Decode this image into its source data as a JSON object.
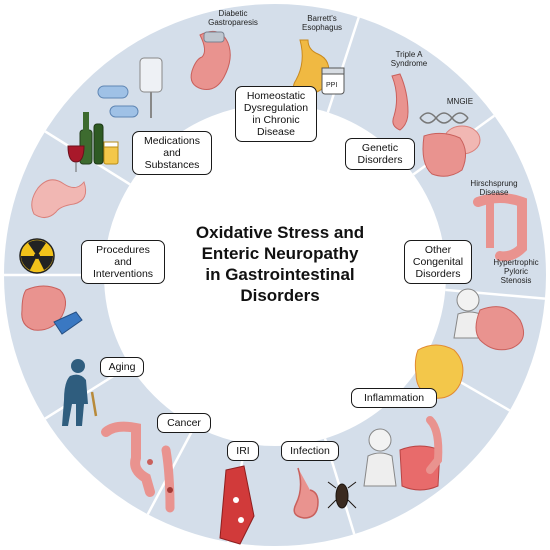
{
  "title_lines": [
    "Oxidative Stress and",
    "Enteric Neuropathy",
    "in Gastrointestinal",
    "Disorders"
  ],
  "categories": {
    "homeostatic": [
      "Homeostatic",
      "Dysregulation",
      "in Chronic",
      "Disease"
    ],
    "genetic": [
      "Genetic",
      "Disorders"
    ],
    "congenital": [
      "Other",
      "Congenital",
      "Disorders"
    ],
    "inflammation": [
      "Inflammation"
    ],
    "infection": [
      "Infection"
    ],
    "iri": [
      "IRI"
    ],
    "cancer": [
      "Cancer"
    ],
    "aging": [
      "Aging"
    ],
    "procedures": [
      "Procedures",
      "and",
      "Interventions"
    ],
    "medications": [
      "Medications",
      "and",
      "Substances"
    ]
  },
  "sublabels": {
    "diabetic": [
      "Diabetic",
      "Gastroparesis"
    ],
    "barretts": [
      "Barrett's",
      "Esophagus"
    ],
    "ppi": "PPI",
    "triple_a": [
      "Triple A",
      "Syndrome"
    ],
    "mngie": "MNGIE",
    "hirschsprung": [
      "Hirschsprung",
      "Disease"
    ],
    "hypertrophic": [
      "Hypertrophic",
      "Pyloric",
      "Stenosis"
    ]
  },
  "colors": {
    "ring": "#d4deea",
    "ring_divider": "#ffffff",
    "organ_pink": "#e9938f",
    "organ_dark": "#c9605c",
    "radiation_yellow": "#f2c21a",
    "figure_blue": "#2f5d7e"
  },
  "icons": [
    "stomach-icon",
    "esophagus-icon",
    "pill-bottle-icon",
    "iv-bag-icon",
    "capsule-icon",
    "bottle-icon",
    "wine-glass-icon",
    "beer-mug-icon",
    "intestine-icon",
    "radiation-icon",
    "surgery-icon",
    "elderly-person-icon",
    "colon-icon",
    "blood-vessel-icon",
    "bacterium-icon",
    "bug-icon",
    "baby-icon",
    "dna-icon",
    "brain-icon"
  ]
}
